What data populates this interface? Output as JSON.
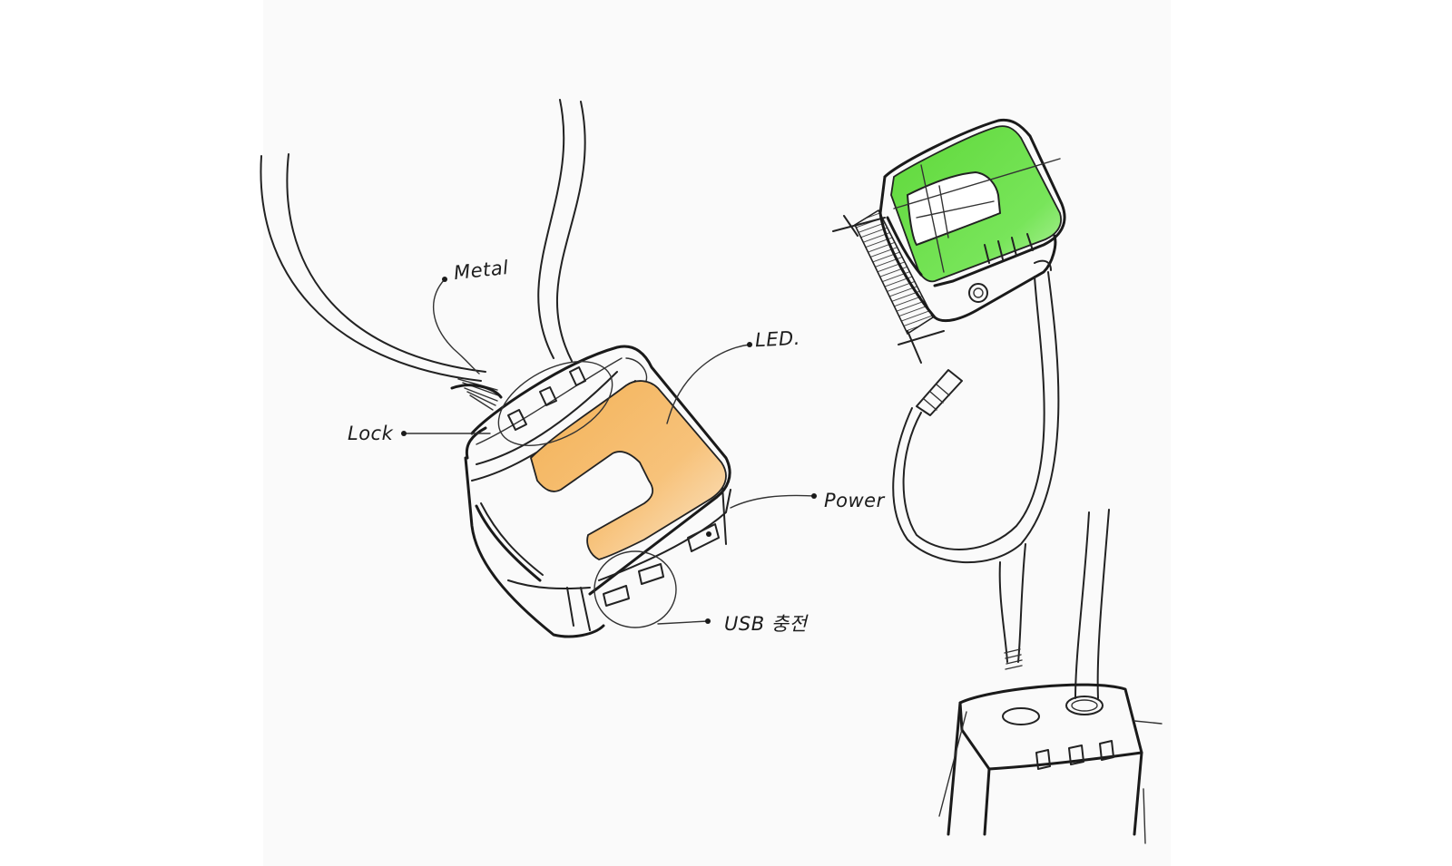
{
  "labels": {
    "metal": "Metal",
    "led": "LED.",
    "lock": "Lock",
    "power": "Power",
    "usb": "USB 충전"
  },
  "colors": {
    "led_orange": "#f5b95c",
    "led_green": "#6fe04a",
    "ink": "#222222",
    "paper": "#fafafa"
  }
}
